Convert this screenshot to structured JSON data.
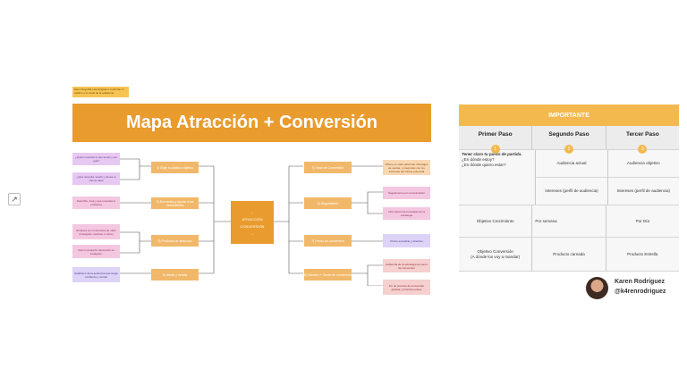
{
  "toolbar": {
    "tool_icon": "link-arrow-icon"
  },
  "note": {
    "text": "Esta infografía está dirigida a confirmar el público y el canal de la audiencia"
  },
  "map": {
    "title": "Mapa Atracción + Conversión",
    "center_label": "ATRACCIÓN",
    "center_label2": "CONVERSIÓN",
    "left_branches": [
      "1) Elige tu público objetivo",
      "2) Encuentra y ajusta a tus necesidades",
      "3) Producto de atracción",
      "4) Medio y ventas"
    ],
    "right_branches": [
      "5) Valor de Conversión",
      "6) Seguimiento",
      "7) Precio de conversión",
      "8) Número + Cierre de conversión"
    ],
    "left_leaves": [
      "¿Quién necesita lo que tienes y por qué?",
      "¿Qué necesita, sueña y desea tu cliente ideal",
      "Describe, crea y que resuelva el problema",
      "Empieza con contenidos de valor (Instagram, webinar o curso)",
      "Usa un pequeño descuento en Instagram",
      "Establece de la audiencia que tenga confianza y ventas"
    ],
    "right_leaves": [
      "Ofrece un valor adicional. Mensajes de ventas, y preguntas con los intereses del cliente potencial",
      "Seguimiento por comunicación",
      "Información del resultado de la estrategia",
      "Precio accesible y atractivo",
      "Audiencia de la estrategia de cierre de conversión",
      "Fin de proceso de conversión gracias y próximos pasos"
    ]
  },
  "table": {
    "header": "IMPORTANTE",
    "columns": [
      "Primer Paso",
      "Segundo Paso",
      "Tercer Paso"
    ],
    "steps": [
      "1",
      "2",
      "3"
    ],
    "row1": {
      "col1_line1": "Tener claro tu punto de partida.",
      "col1_line2": "¿En dónde estoy?",
      "col1_line3": "¿En dónde quiero estar?",
      "col2_top": "Audiencia actual",
      "col3_top": "Audiencia objetivo",
      "col2_bottom": "Intereses (perfil de audiencia)",
      "col3_bottom": "Intereses (perfil de audiencia)"
    },
    "row2": {
      "col1": "Objetivo Crecimiento",
      "col2": "Por semana",
      "col3": "Por Día"
    },
    "row3": {
      "col1_line1": "Objetivo Conversión",
      "col1_line2": "(A dónde los voy a mandar)",
      "col2": "Producto carnada",
      "col3": "Producto Estrella"
    }
  },
  "author": {
    "name": "Karen Rodríguez",
    "handle": "@k4renrodriguez"
  },
  "colors": {
    "accent": "#e99b2d",
    "table_header": "#f3b94f",
    "branch": "#f1b86a"
  }
}
